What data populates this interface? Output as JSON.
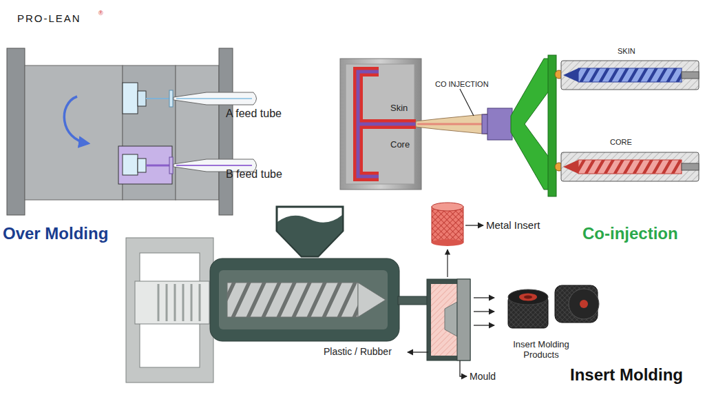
{
  "diagram": {
    "labels": [
      "PRO-LEAN",
      "®",
      "A feed tube",
      "B feed tube",
      "Over Molding",
      "CO INJECTION",
      "Skin",
      "Core",
      "SKIN",
      "CORE",
      "Co-injection",
      "Metal Insert",
      "Plastic / Rubber",
      "Mould",
      "Insert Molding Products",
      "Insert Molding"
    ]
  }
}
